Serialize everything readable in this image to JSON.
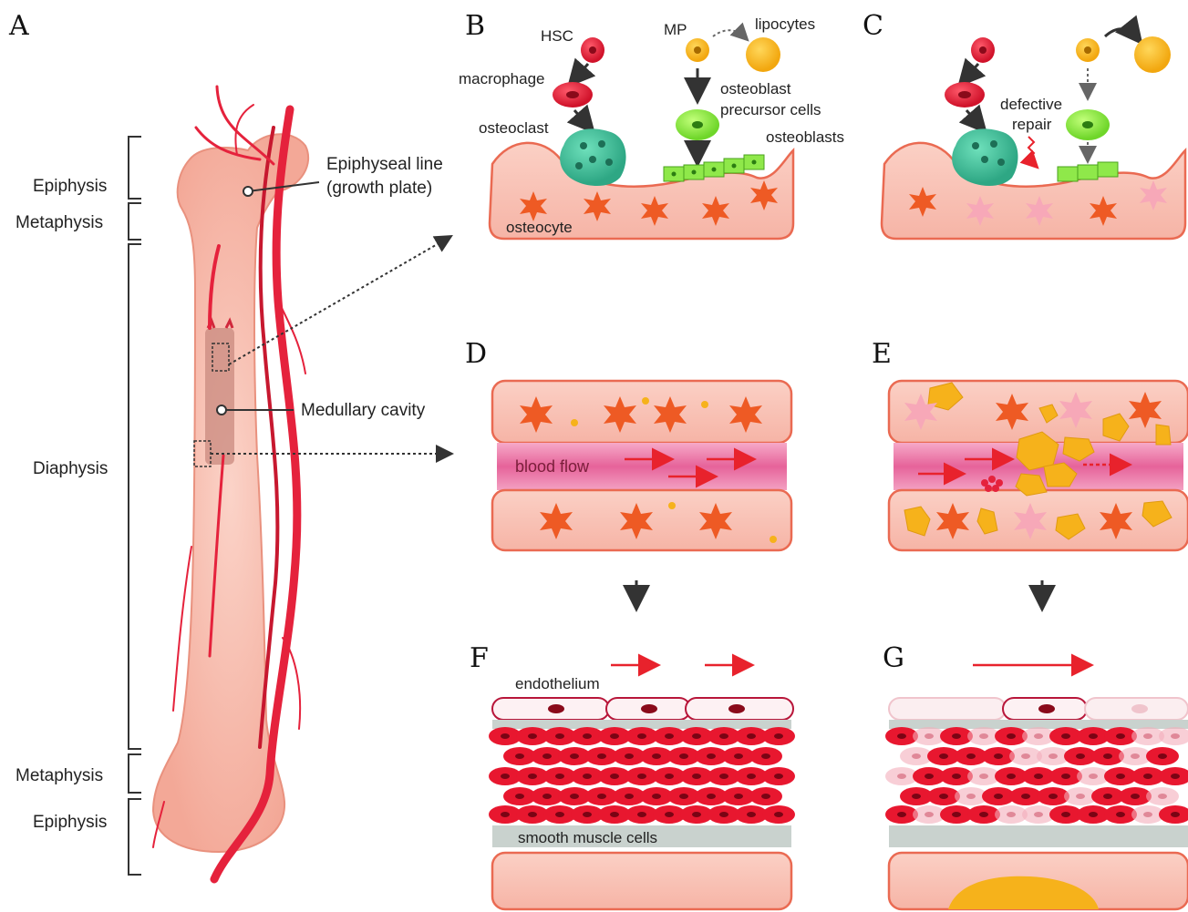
{
  "panels": {
    "a": "A",
    "b": "B",
    "c": "C",
    "d": "D",
    "e": "E",
    "f": "F",
    "g": "G"
  },
  "bone_regions": {
    "epiphysis_top": "Epiphysis",
    "metaphysis_top": "Metaphysis",
    "diaphysis": "Diaphysis",
    "metaphysis_bottom": "Metaphysis",
    "epiphysis_bottom": "Epiphysis"
  },
  "bone_callouts": {
    "epiphyseal_line_1": "Epiphyseal line",
    "epiphyseal_line_2": "(growth plate)",
    "medullary_cavity": "Medullary cavity"
  },
  "panel_b": {
    "hsc": "HSC",
    "macrophage": "macrophage",
    "osteoclast": "osteoclast",
    "mp": "MP",
    "lipocytes": "lipocytes",
    "osteoblast_precursor_1": "osteoblast",
    "osteoblast_precursor_2": "precursor cells",
    "osteoblasts": "osteoblasts",
    "osteocyte": "osteocyte"
  },
  "panel_c": {
    "defective_repair_1": "defective",
    "defective_repair_2": "repair"
  },
  "panel_d": {
    "blood_flow": "blood flow"
  },
  "panel_f": {
    "endothelium": "endothelium",
    "smooth_muscle_cells": "smooth muscle cells"
  },
  "colors": {
    "bone": "#f9c6bb",
    "bone_edge": "#ea6a52",
    "vessel": "#e5223c",
    "osteocyte": "#ee5a24",
    "osteoclast": "#3fbf9a",
    "osteoblast": "#8fe84a",
    "lipocyte": "#f6b21b",
    "lumen": "#e9689d",
    "smooth_muscle": "#e8172f",
    "endothelium_band": "#c9d2ce"
  }
}
